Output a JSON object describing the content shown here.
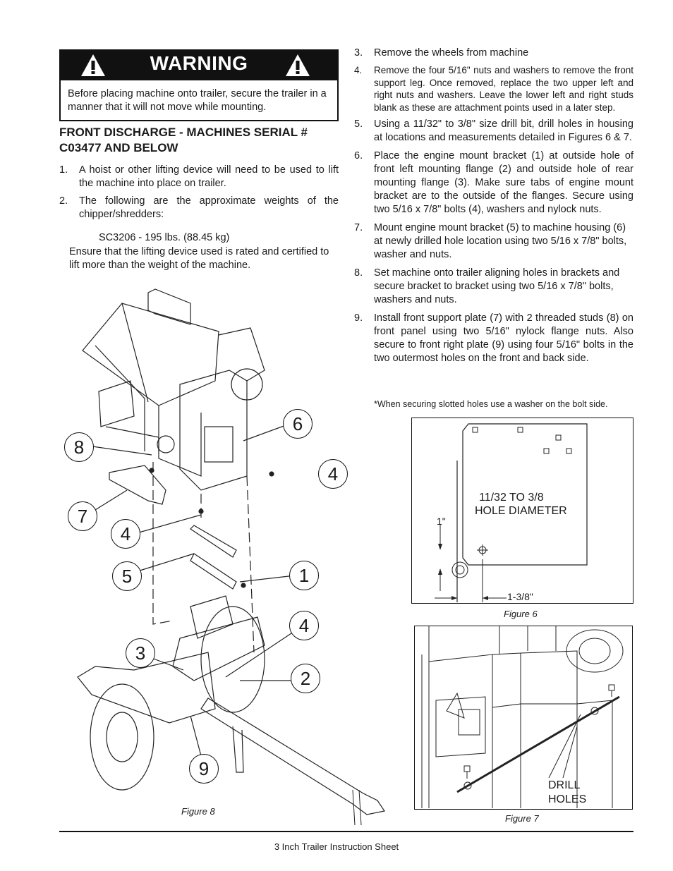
{
  "warning": {
    "title": "WARNING",
    "text": "Before placing machine onto trailer, secure the trailer in a manner that it will not move while mounting."
  },
  "section": {
    "heading_line1": "FRONT DISCHARGE - MACHINES SERIAL #",
    "heading_line2": "C03477 AND BELOW"
  },
  "left_steps": [
    {
      "num": "1.",
      "text": "A hoist or other lifting device will need to be used to lift the machine into place on trailer."
    },
    {
      "num": "2.",
      "text": "The following are the approximate weights of the chipper/shredders:"
    }
  ],
  "weight_line": "SC3206 - 195 lbs. (88.45 kg)",
  "lifting_note": "Ensure that the lifting device used is rated and certified to lift more than the weight of the machine.",
  "right_steps": [
    {
      "num": "3.",
      "text": "Remove the wheels from machine"
    },
    {
      "num": "4.",
      "text": "Remove the four 5/16\" nuts and washers to remove the front support leg. Once removed, replace the two upper left and right nuts and washers. Leave the lower left and right studs blank as these are attachment points used in a later step."
    },
    {
      "num": "5.",
      "text": "Using a 11/32\" to 3/8\" size drill bit, drill holes in housing at locations and measurements detailed in Figures 6 & 7."
    },
    {
      "num": "6.",
      "text": "Place the engine mount bracket (1) at outside hole of front left mounting flange (2) and outside hole of rear mounting flange (3). Make sure tabs of engine mount bracket are to the outside of the flanges. Secure using two 5/16 x 7/8\" bolts (4), washers and nylock nuts."
    },
    {
      "num": "7.",
      "text": "Mount engine mount bracket (5) to machine housing (6) at newly drilled hole location using two 5/16 x 7/8\" bolts, washer and nuts."
    },
    {
      "num": "8.",
      "text": "Set machine onto trailer aligning holes in brackets and secure bracket to bracket using two 5/16 x 7/8\" bolts, washers and nuts."
    },
    {
      "num": "9.",
      "text": "Install front support plate (7) with 2 threaded studs (8) on front panel using two 5/16\" nylock flange nuts. Also secure to front right plate (9) using four 5/16\" bolts in the two outermost holes on the front and back side."
    }
  ],
  "slotted_note": "*When securing slotted holes use a washer on the bolt side.",
  "figure6": {
    "caption": "Figure 6",
    "hole_label_line1": "11/32 TO 3/8",
    "hole_label_line2": "HOLE DIAMETER",
    "dim_vertical": "1\"",
    "dim_horizontal": "1-3/8\""
  },
  "figure7": {
    "caption": "Figure 7",
    "label_line1": "DRILL",
    "label_line2": "HOLES"
  },
  "figure8": {
    "caption": "Figure 8",
    "callouts": [
      "1",
      "2",
      "3",
      "4",
      "4",
      "4",
      "5",
      "6",
      "7",
      "8",
      "9"
    ]
  },
  "footer": "3 Inch Trailer Instruction Sheet"
}
